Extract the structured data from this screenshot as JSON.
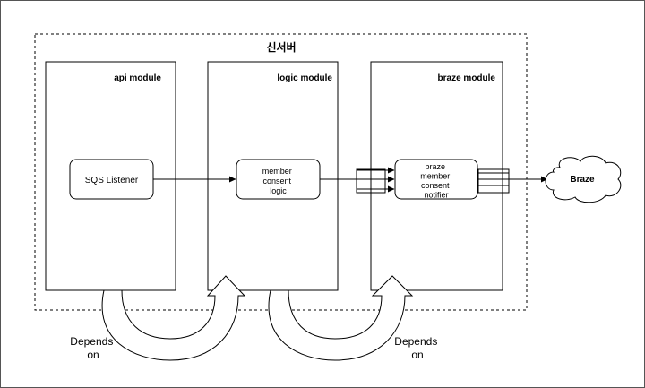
{
  "server": {
    "title": "신서버"
  },
  "modules": {
    "api": {
      "title": "api module"
    },
    "logic": {
      "title": "logic module"
    },
    "braze": {
      "title": "braze module"
    }
  },
  "components": {
    "sqs_listener": {
      "label": "SQS Listener"
    },
    "member_consent_logic": {
      "lines": [
        "member",
        "consent",
        "logic"
      ]
    },
    "braze_member_consent_notifier": {
      "lines": [
        "braze",
        "member",
        "consent",
        "notifier"
      ]
    }
  },
  "external": {
    "braze_cloud": {
      "label": "Braze"
    }
  },
  "dependencies": {
    "left": {
      "lines": [
        "Depends",
        "on"
      ]
    },
    "right": {
      "lines": [
        "Depends",
        "on"
      ]
    }
  }
}
